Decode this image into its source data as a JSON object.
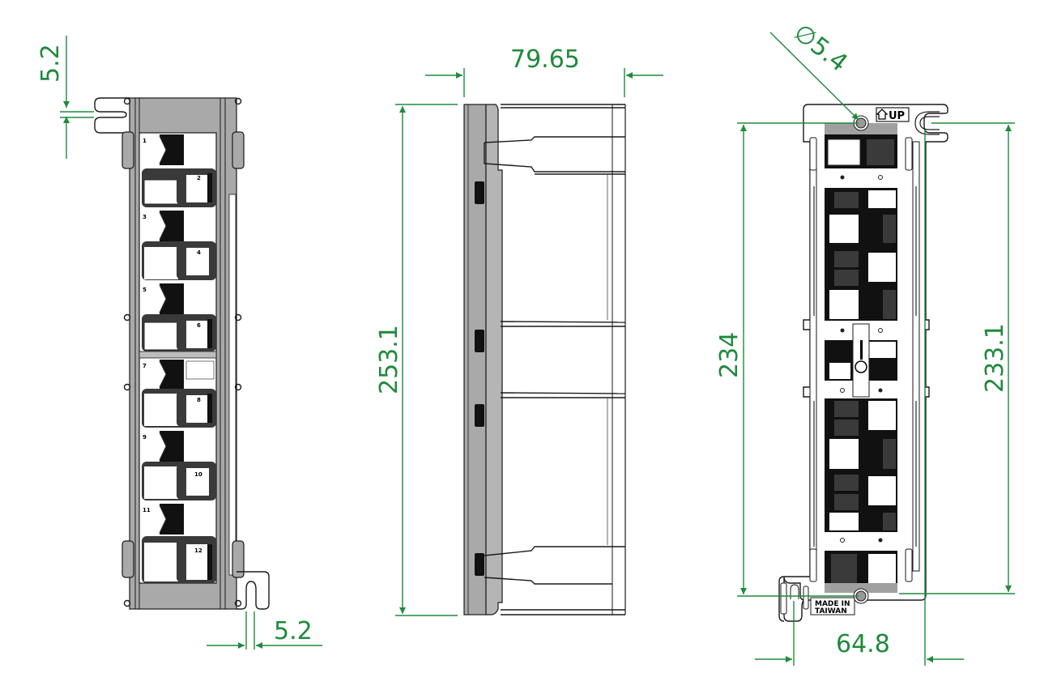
{
  "drawing": {
    "colors": {
      "dimension": "#1f8a3c",
      "frame": "#a9a9a9",
      "port_dark": "#111111",
      "port_mid": "#3a3a3a"
    },
    "views": [
      {
        "name": "front-view-left",
        "ports": [
          "1",
          "2",
          "3",
          "4",
          "5",
          "6",
          "7",
          "8",
          "9",
          "10",
          "11",
          "12"
        ]
      },
      {
        "name": "side-view"
      },
      {
        "name": "rear-view",
        "markings": {
          "up": "UP",
          "made_in_line1": "MADE IN",
          "made_in_line2": "TAIWAN"
        }
      }
    ],
    "dimensions": {
      "slot_top": "5.2",
      "slot_bottom": "5.2",
      "depth": "79.65",
      "height_side": "253.1",
      "hole_diameter": "∅5.4",
      "hole_spacing_left": "234",
      "slot_spacing_right": "233.1",
      "width_rear": "64.8"
    }
  }
}
